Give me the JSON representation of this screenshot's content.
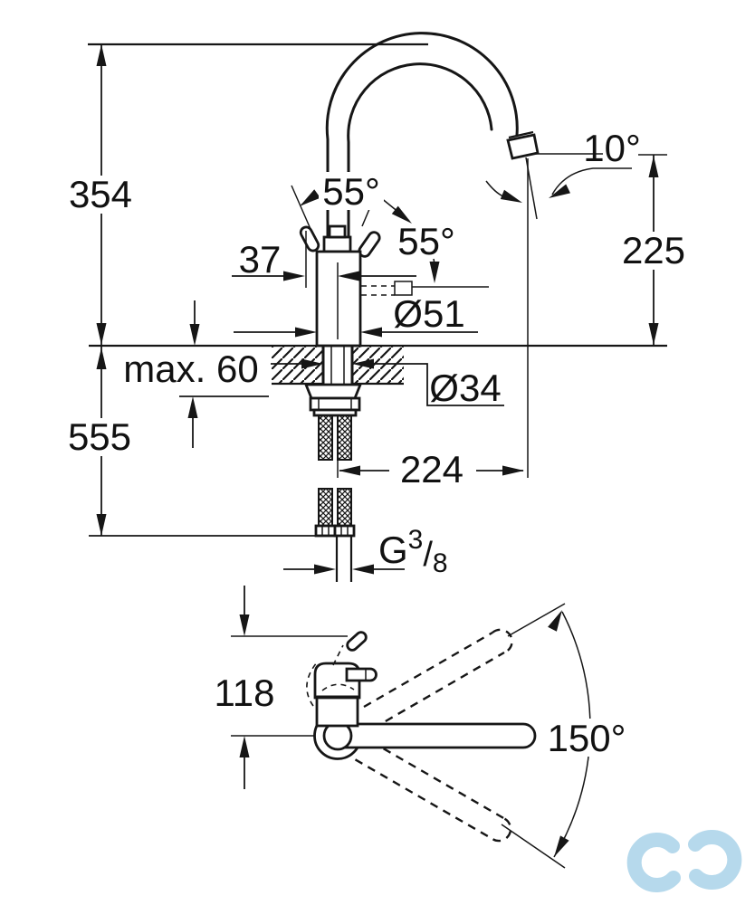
{
  "drawing": {
    "title": "faucet-dimension-drawing",
    "labels": {
      "height_above_deck": "354",
      "height_below_deck": "555",
      "spout_height": "225",
      "outlet_angle": "10°",
      "lever_angle_left": "55°",
      "lever_angle_right": "55°",
      "axis_offset": "37",
      "body_diameter": "Ø51",
      "max_counter_thickness": "max. 60",
      "hole_diameter": "Ø34",
      "spout_reach": "224",
      "thread": {
        "g": "G",
        "numerator": "3",
        "slash": "/",
        "denominator": "8"
      },
      "handle_clearance": "118",
      "swivel_range": "150°"
    },
    "colors": {
      "line": "#161616",
      "background": "#ffffff",
      "logo": "#b6d9ec"
    }
  }
}
